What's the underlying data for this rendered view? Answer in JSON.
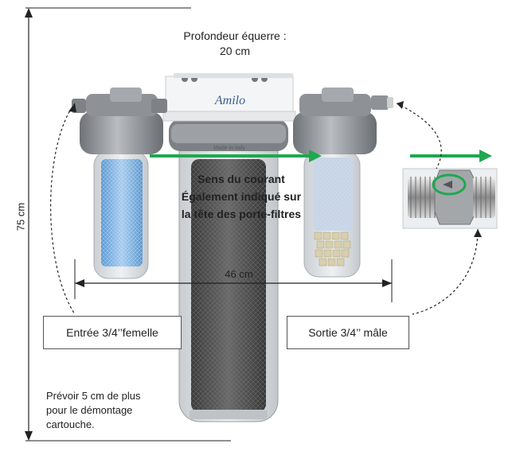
{
  "depth_note": {
    "line1": "Profondeur équerre :",
    "line2": "20 cm"
  },
  "brand": "Amilo",
  "housing_marking": "Made in Italy",
  "flow_note": {
    "line1": "Sens du courant",
    "line2": "Également indiqué sur",
    "line3": "la tête des porte-filtres"
  },
  "height_label": "75 cm",
  "width_label": "46 cm",
  "inlet_label": "Entrée 3/4’’femelle",
  "outlet_label": "Sortie 3/4’’ mâle",
  "removal_note": {
    "line1": "Prévoir 5 cm de plus",
    "line2": "pour le démontage",
    "line3": "cartouche."
  },
  "colors": {
    "flow_arrow": "#1fa84f",
    "housing_cap": "#8a8e92",
    "sediment_cartridge": "#7fb2e0",
    "carbon_cartridge": "#4a4a4a"
  }
}
